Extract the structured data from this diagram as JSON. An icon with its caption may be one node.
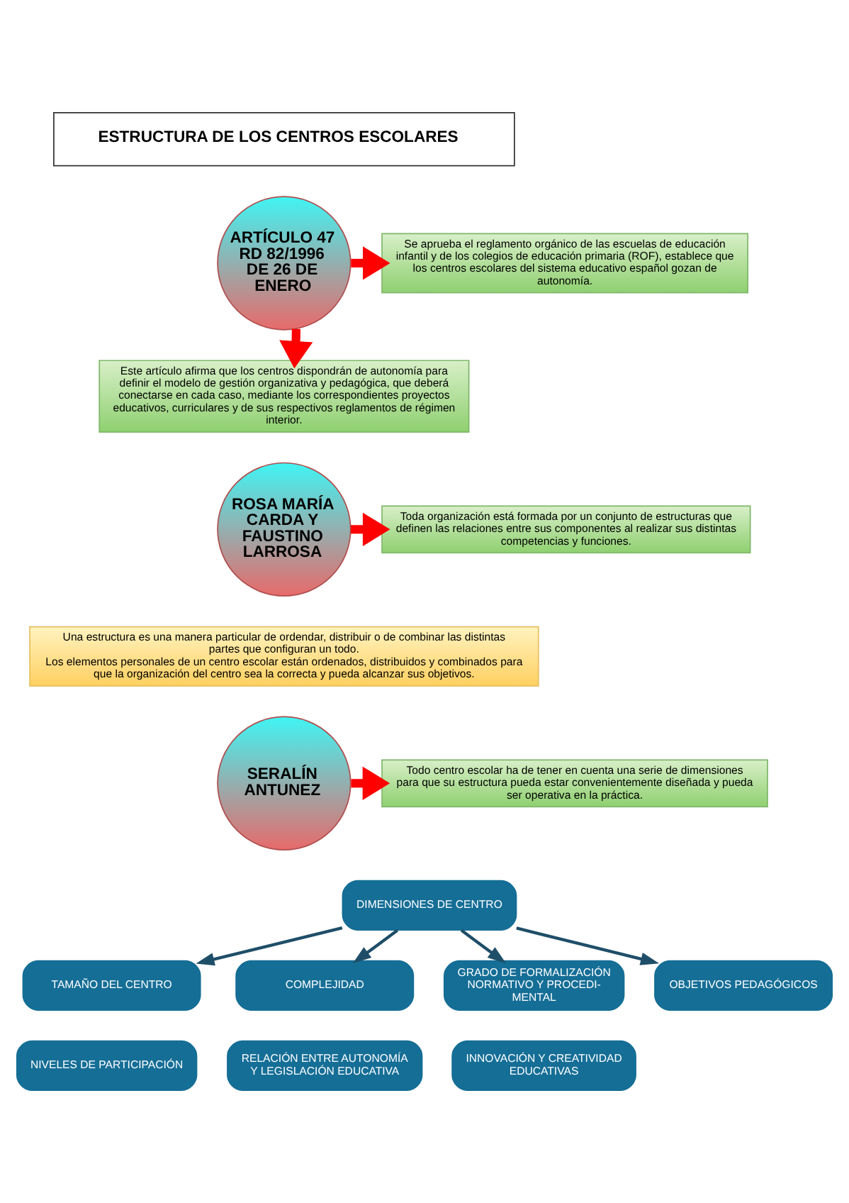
{
  "diagram": {
    "nodes": [
      {
        "text": [
          "ESTRUCTURA DE LOS CENTROS ESCOLARES"
        ]
      },
      {
        "text": [
          "ARTÍCULO 47 RD 82/1996 DE 26 DE ENERO"
        ]
      },
      {
        "text": [
          "Se aprueba el reglamento orgánico de las escuelas de educación infantil y de los colegios de educación primaria (ROF), establece que los centros escolares del sistema educativo español gozan de autonomía."
        ]
      },
      {
        "text": [
          "Este artículo afirma que los centros dispondrán de autonomía para definir el modelo de gestión organizativa y pedagógica, que deberá conectarse en cada caso, mediante los correspondientes proyectos educativos, curriculares y de sus respectivos reglamentos de régimen interior."
        ]
      },
      {
        "text": [
          "ROSA MARÍA CARDA Y FAUSTINO LARROSA"
        ]
      },
      {
        "text": [
          "Toda organización está formada por un conjunto de estructuras que definen las relaciones entre sus componentes al realizar sus distintas competencias y funciones."
        ]
      },
      {
        "text": [
          "Una estructura es una manera particular de ordendar, distribuir o de combinar las distintas partes que configuran un todo.",
          "Los elementos personales de un centro escolar están ordenados, distribuidos y combinados para que la organización del centro sea la correcta y pueda alcanzar sus objetivos."
        ]
      },
      {
        "text": [
          "SERALÍN ANTUNEZ"
        ]
      },
      {
        "text": [
          "Todo centro escolar ha de tener en cuenta una serie de dimensiones para que su estructura pueda estar convenientemente diseñada y pueda ser operativa en la práctica."
        ]
      },
      {
        "text": [
          "DIMENSIONES DE CENTRO"
        ]
      },
      {
        "text": [
          "TAMAÑO DEL CENTRO"
        ]
      },
      {
        "text": [
          "COMPLEJIDAD"
        ]
      },
      {
        "text": [
          "GRADO DE FORMALIZACIÓN NORMATIVO Y PROCEDI- MENTAL"
        ]
      },
      {
        "text": [
          "OBJETIVOS PEDAGÓGICOS"
        ]
      },
      {
        "text": [
          "NIVELES DE PARTICIPACIÓN"
        ]
      },
      {
        "text": [
          "RELACIÓN ENTRE AUTONOMÍA Y LEGISLACIÓN EDUCATIVA"
        ]
      },
      {
        "text": [
          "INNOVACIÓN Y CREATIVIDAD EDUCATIVAS"
        ]
      }
    ],
    "edges": [
      {
        "from": 1,
        "to": 2,
        "arrow": "to",
        "style": "thick",
        "color": "#ff0000"
      },
      {
        "from": 1,
        "to": 3,
        "arrow": "to",
        "style": "thick",
        "color": "#ff0000"
      },
      {
        "from": 4,
        "to": 5,
        "arrow": "to",
        "style": "thick",
        "color": "#ff0000"
      },
      {
        "from": 7,
        "to": 8,
        "arrow": "to",
        "style": "thick",
        "color": "#ff0000"
      },
      {
        "from": 9,
        "to": 10,
        "arrow": "to",
        "color": "#1f4e68"
      },
      {
        "from": 9,
        "to": 11,
        "arrow": "to",
        "color": "#1f4e68"
      },
      {
        "from": 9,
        "to": 12,
        "arrow": "to",
        "color": "#1f4e68"
      },
      {
        "from": 9,
        "to": 13,
        "arrow": "to",
        "color": "#1f4e68"
      }
    ]
  }
}
